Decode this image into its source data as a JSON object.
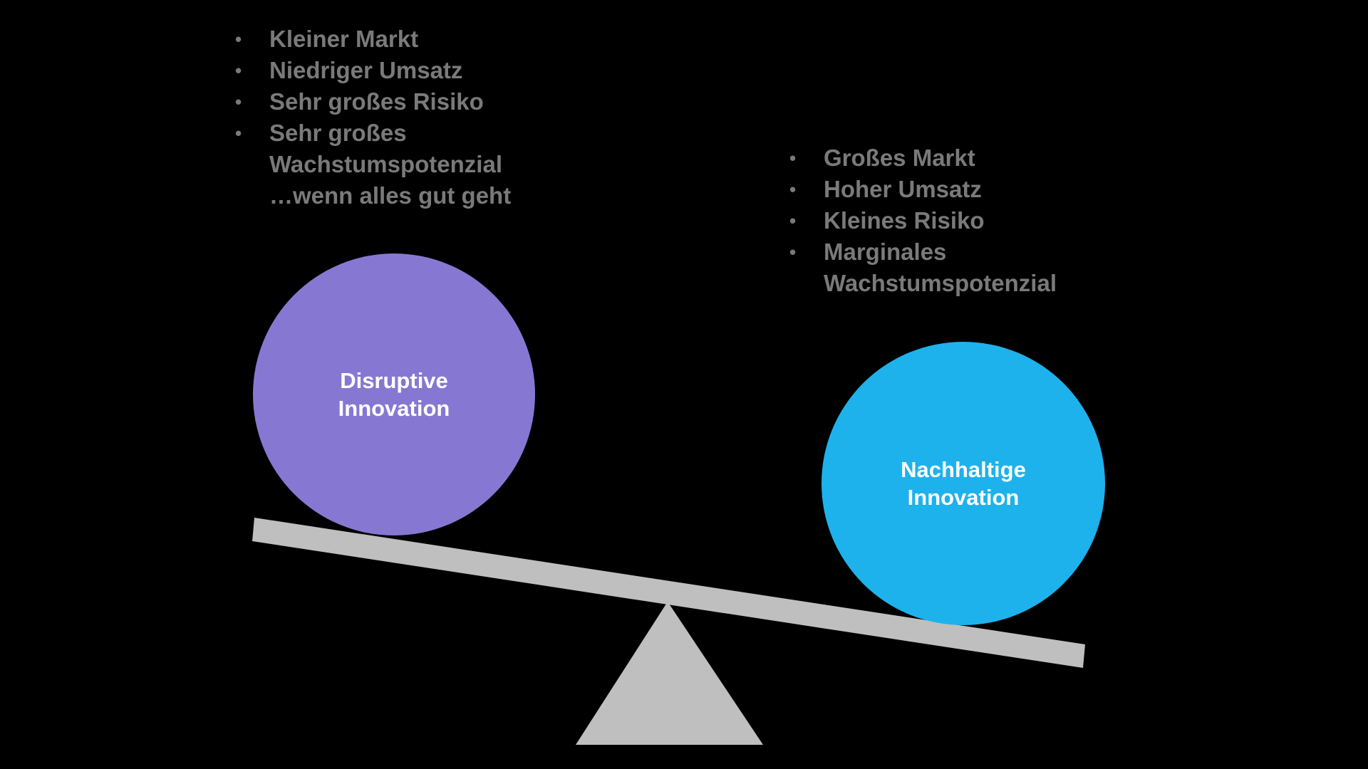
{
  "canvas": {
    "background_color": "#000000"
  },
  "left_list": {
    "bullet_glyph": "•",
    "text_color": "#7A7A7A",
    "items": [
      {
        "text": "Kleiner Markt"
      },
      {
        "text": "Niedriger Umsatz"
      },
      {
        "text": "Sehr großes Risiko"
      },
      {
        "text": "Sehr großes\nWachstumspotenzial\n…wenn alles gut geht"
      }
    ]
  },
  "right_list": {
    "bullet_glyph": "•",
    "text_color": "#7A7A7A",
    "items": [
      {
        "text": "Großes Markt"
      },
      {
        "text": "Hoher Umsatz"
      },
      {
        "text": "Kleines Risiko"
      },
      {
        "text": "Marginales\nWachstumspotenzial"
      }
    ]
  },
  "balance": {
    "left_ball": {
      "label": "Disruptive\nInnovation",
      "color": "#8678D2",
      "label_color": "#FFFFFF"
    },
    "right_ball": {
      "label": "Nachhaltige\nInnovation",
      "color": "#1EB2EC",
      "label_color": "#FFFFFF"
    },
    "plank_color": "#BFBFBF",
    "fulcrum_color": "#BFBFBF"
  }
}
